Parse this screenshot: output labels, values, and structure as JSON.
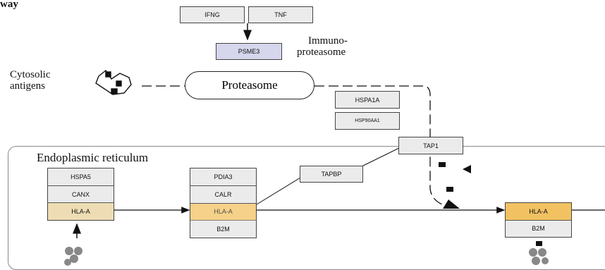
{
  "title_fragment": "way",
  "top_genes": {
    "ifng": "IFNG",
    "tnf": "TNF",
    "psme3": "PSME3"
  },
  "labels": {
    "immunoproteasome_line1": "Immuno-",
    "immunoproteasome_line2": "proteasome",
    "cytosolic_line1": "Cytosolic",
    "cytosolic_line2": "antigens",
    "proteasome": "Proteasome",
    "er": "Endoplasmic reticulum"
  },
  "chaperones": {
    "hspa1a": "HSPA1A",
    "hsp90aa1": "HSP90AA1"
  },
  "tap": {
    "tap1": "TAP1",
    "tapbp": "TAPBP"
  },
  "er_stack_1": [
    "HSPA5",
    "CANX",
    "HLA-A"
  ],
  "er_stack_2": [
    "PDIA3",
    "CALR",
    "HLA-A",
    "B2M"
  ],
  "er_stack_3": [
    "HLA-A",
    "B2M"
  ],
  "colors": {
    "gene_box": "#ebebeb",
    "psme3": "#d6d6ec",
    "hla_light": "#eeddb4",
    "hla_strong": "#f2c262",
    "er_border": "#8a8a8a"
  }
}
